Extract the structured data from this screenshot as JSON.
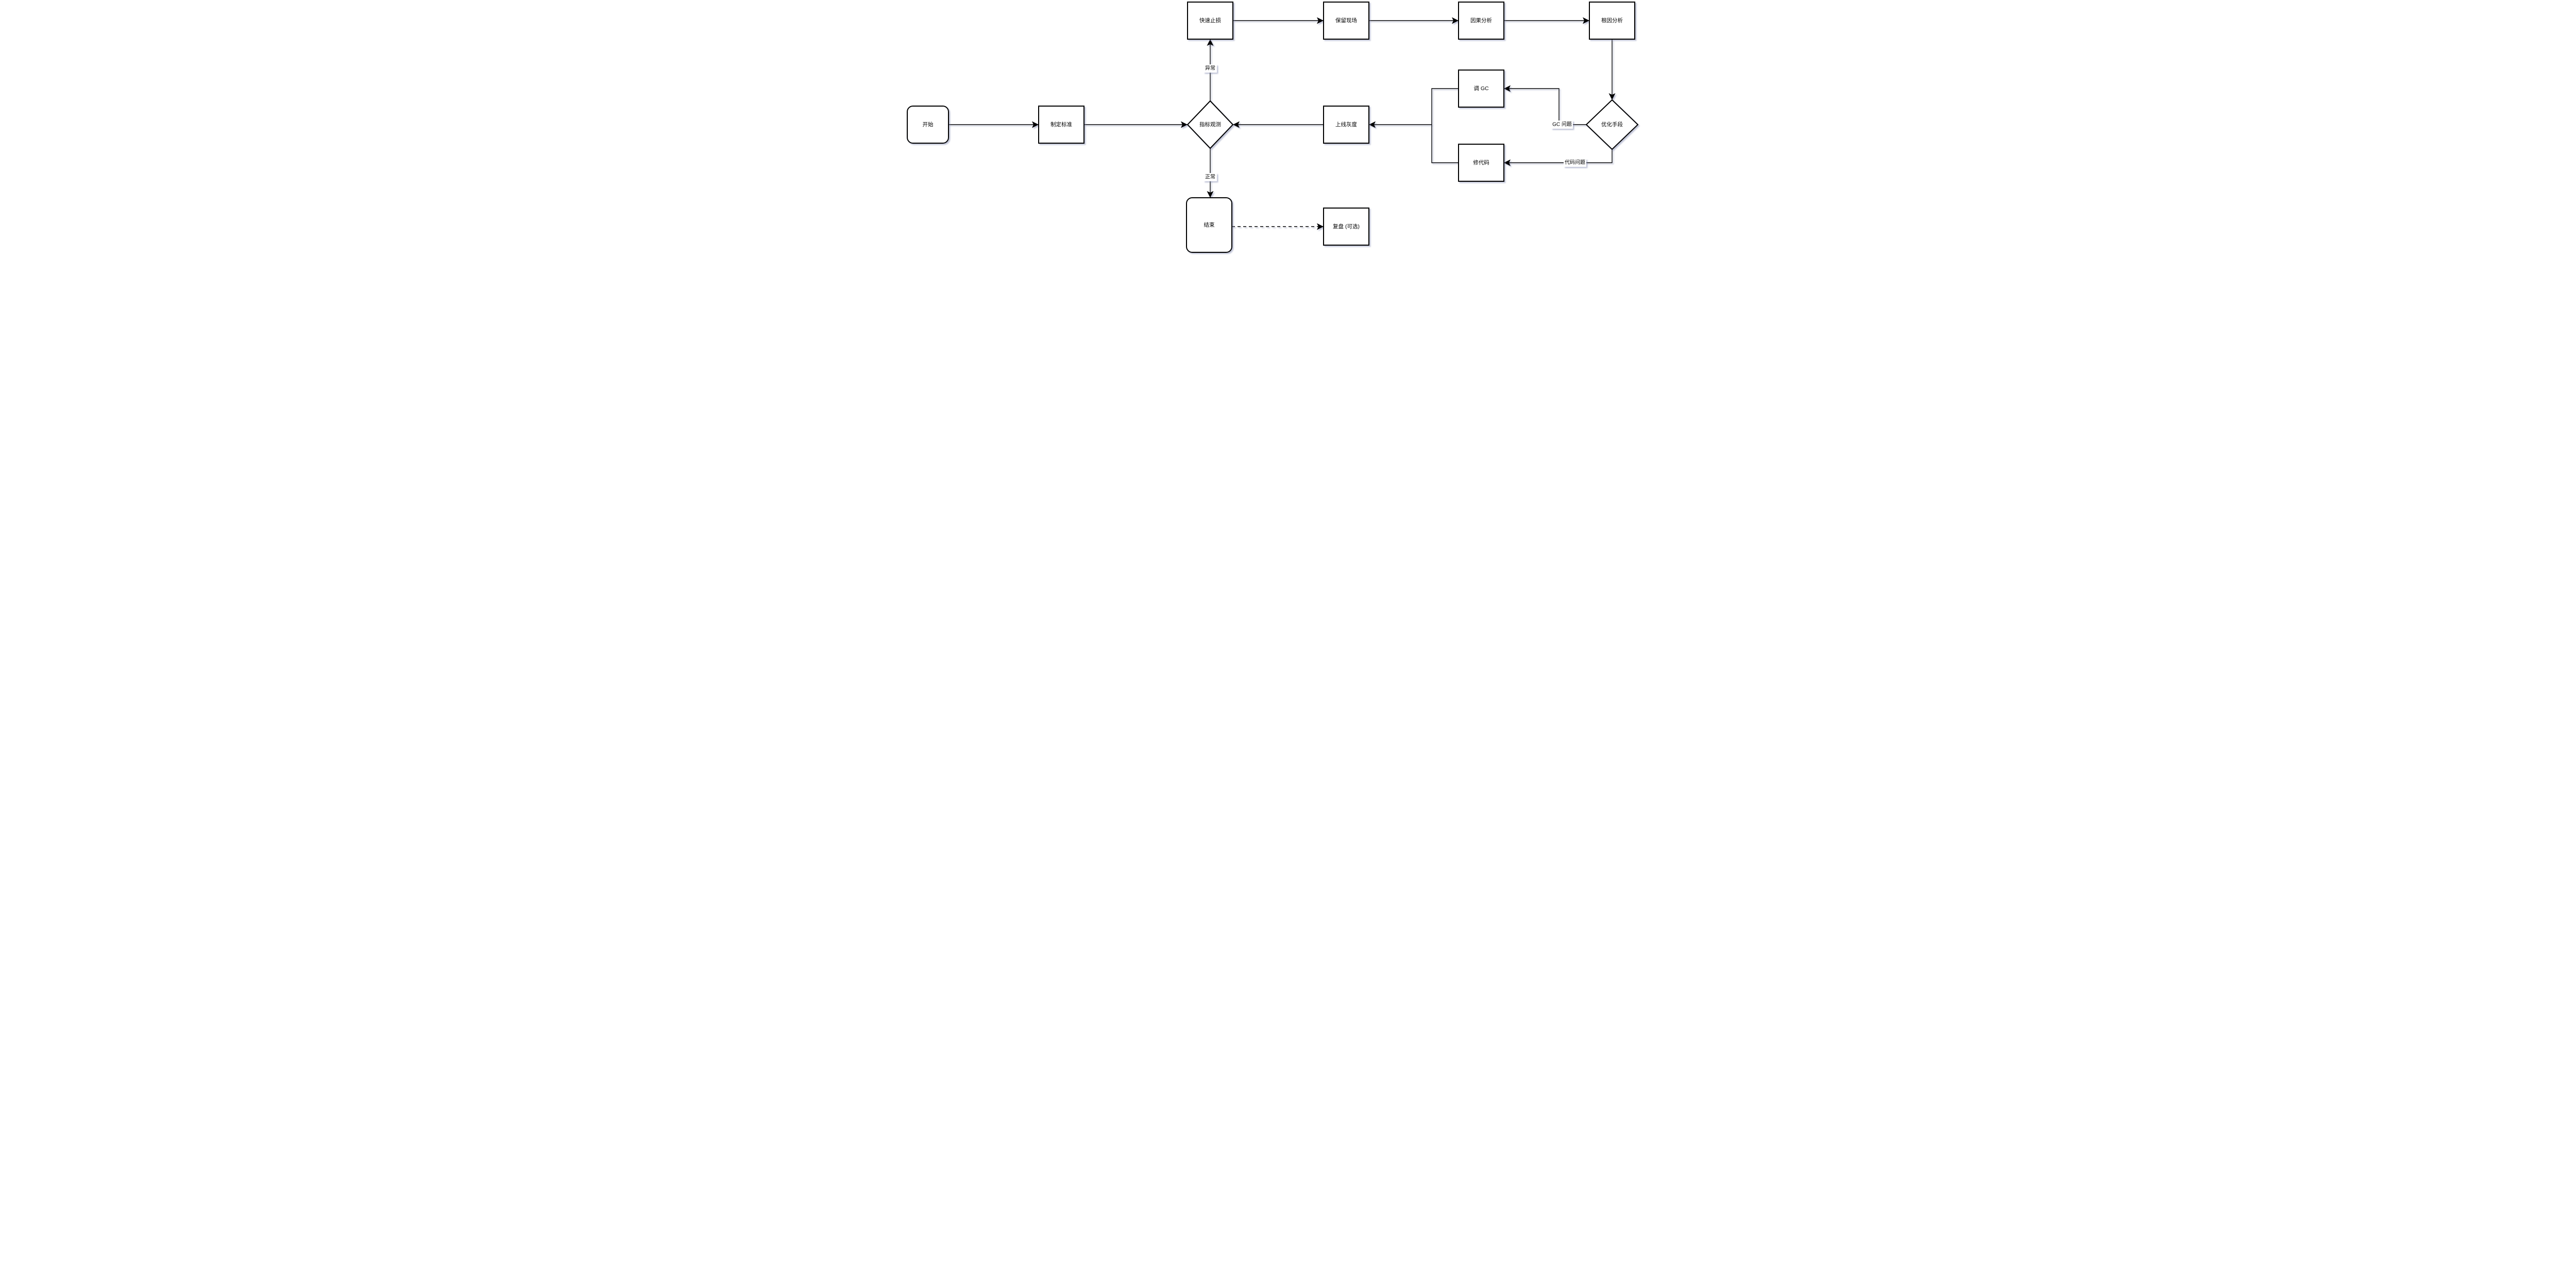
{
  "nodes": {
    "start": {
      "label": "开始"
    },
    "define_standard": {
      "label": "制定标准"
    },
    "metric_watch": {
      "label": "指标观测"
    },
    "quick_stop_loss": {
      "label": "快速止损"
    },
    "preserve_scene": {
      "label": "保留现场"
    },
    "causal_analysis": {
      "label": "因果分析"
    },
    "root_cause_analysis": {
      "label": "根因分析"
    },
    "optimize_method": {
      "label": "优化手段"
    },
    "tune_gc": {
      "label": "调 GC"
    },
    "fix_code": {
      "label": "修代码"
    },
    "online_gray": {
      "label": "上线灰度"
    },
    "end": {
      "label": "结束"
    },
    "review": {
      "label": "复盘 (可选)"
    }
  },
  "edge_labels": {
    "abnormal": "异常",
    "normal": "正常",
    "gc_issue": "GC 问题",
    "code_issue": "代码问题"
  },
  "colors": {
    "background": "#ffffff",
    "node_fill": "#ffffff",
    "node_stroke": "#000000",
    "text": "#000000",
    "shadow": "#767ea8"
  }
}
